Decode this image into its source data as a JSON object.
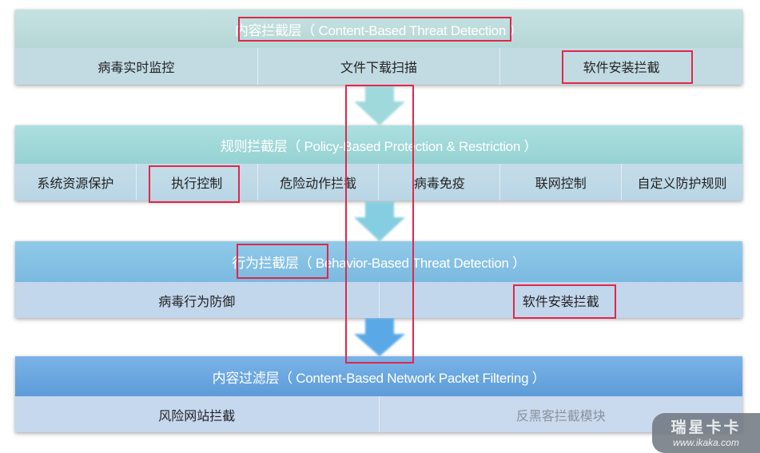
{
  "layers": [
    {
      "title": "内容拦截层（ Content-Based Threat Detection ）",
      "modules": [
        "病毒实时监控",
        "文件下载扫描",
        "软件安装拦截"
      ]
    },
    {
      "title": "规则拦截层（ Policy-Based Protection & Restriction ）",
      "modules": [
        "系统资源保护",
        "执行控制",
        "危险动作拦截",
        "病毒免疫",
        "联网控制",
        "自定义防护规则"
      ]
    },
    {
      "title": "行为拦截层（ Behavior-Based Threat Detection ）",
      "modules": [
        "病毒行为防御",
        "软件安装拦截"
      ]
    },
    {
      "title": "内容过滤层（ Content-Based Network Packet Filtering ）",
      "modules": [
        "风险网站拦截",
        "反黑客拦截模块"
      ]
    }
  ],
  "colors": {
    "highlight": "#e0274a",
    "arrow_teal": "#9fd9dc",
    "arrow_cyan": "#85cde0",
    "arrow_blue": "#5aa9e6"
  },
  "watermark": {
    "name": "瑞星卡卡",
    "url": "www.ikaka.com"
  }
}
